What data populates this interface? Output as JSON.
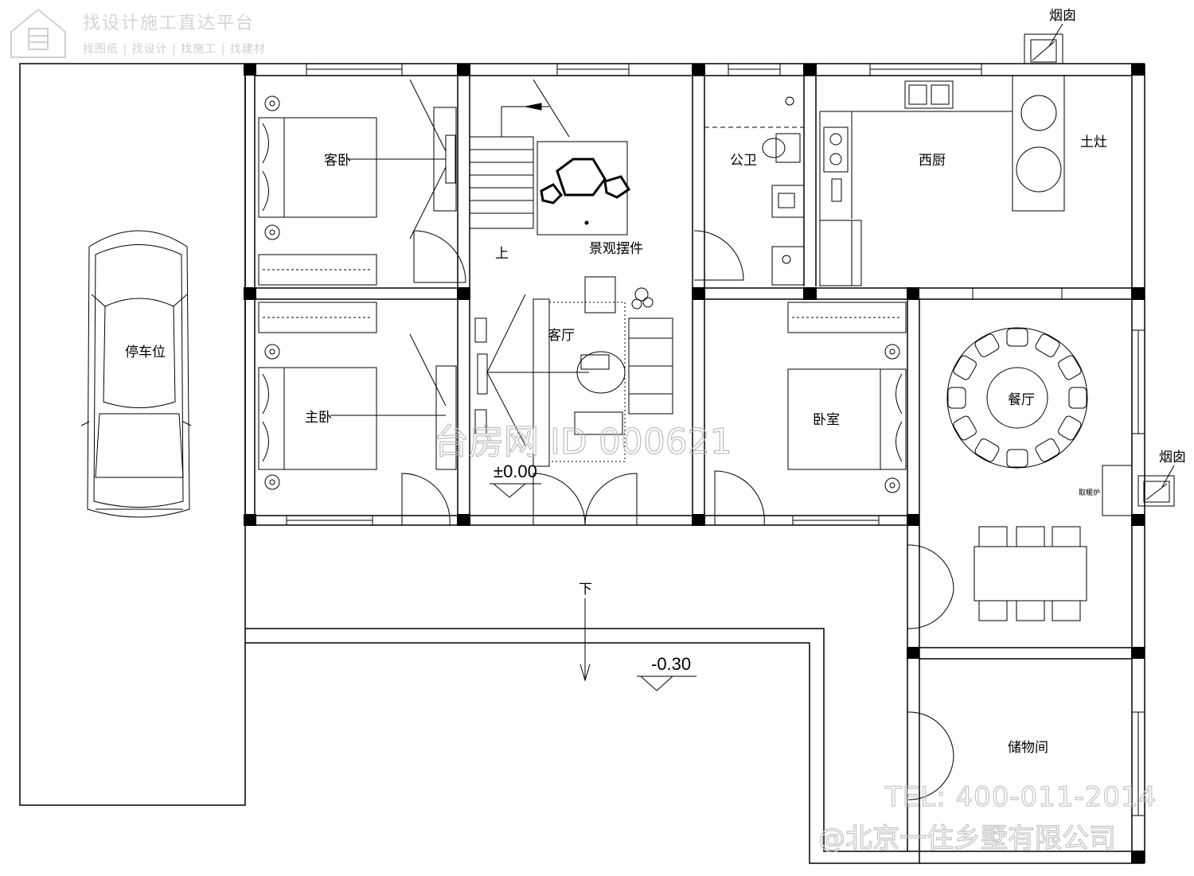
{
  "watermark": {
    "brand_line": "找设计施工直达平台",
    "brand_sub": "找图纸 | 找设计 | 找施工 | 找建材",
    "id_text": "台房网 ID 000621",
    "tel": "TEL: 400-011-2014",
    "company": "@北京一住乡墅有限公司"
  },
  "rooms": {
    "guest_bedroom": "客卧",
    "master_bedroom": "主卧",
    "living_room": "客厅",
    "public_bath": "公卫",
    "western_kitchen": "西厨",
    "earth_stove": "土灶",
    "bedroom": "卧室",
    "dining_room": "餐厅",
    "storage": "储物间",
    "parking": "停车位",
    "landscape_ornament": "景观摆件",
    "chimney_1": "烟囱",
    "chimney_2": "烟囱",
    "heating_stove": "取暖炉"
  },
  "annotations": {
    "stair_up": "上",
    "down": "下",
    "level_main": "±0.00",
    "level_yard": "-0.30"
  }
}
